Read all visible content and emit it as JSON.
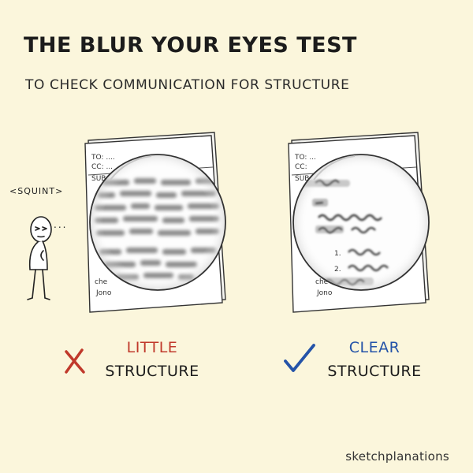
{
  "title": "THE BLUR YOUR EYES TEST",
  "subtitle": "TO CHECK COMMUNICATION FOR STRUCTURE",
  "figure": {
    "squint_label": "<SQUINT>",
    "thought_dots": "..."
  },
  "left_doc": {
    "fields": [
      "TO: ....",
      "CC: ...",
      "SUB"
    ],
    "signoff": [
      "che",
      "Jono"
    ]
  },
  "right_doc": {
    "fields": [
      "TO: ...",
      "CC:",
      "SUB"
    ],
    "signoff": [
      "che",
      "Jono"
    ],
    "list_markers": [
      "1.",
      "2."
    ]
  },
  "verdicts": {
    "left": {
      "icon": "cross-icon",
      "line1": "LITTLE",
      "line2": "STRUCTURE",
      "color": "#c0392b"
    },
    "right": {
      "icon": "check-icon",
      "line1": "CLEAR",
      "line2": "STRUCTURE",
      "color": "#2453a8"
    }
  },
  "credit": "sketchplanations"
}
